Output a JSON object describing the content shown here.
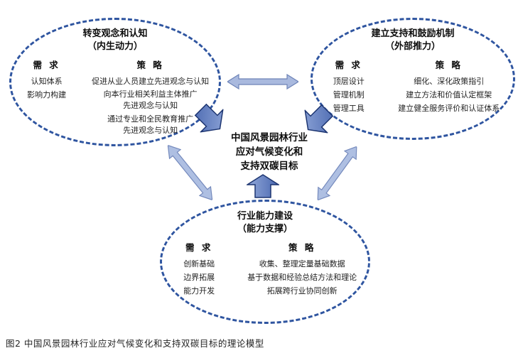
{
  "colors": {
    "ellipse_border": "#2f55a0",
    "light_arrow_fill": "#a9b9de",
    "light_arrow_border": "#6e84b8",
    "block_arrow_fill": "#5b79c0",
    "block_arrow_fill_light": "#93a9da",
    "block_arrow_border": "#1d3571",
    "text": "#0d0d0d"
  },
  "center": {
    "line1": "中国风景园林行业",
    "line2": "应对气候变化和",
    "line3": "支持双碳目标"
  },
  "ellipses": {
    "top_left": {
      "title": "转变观念和认知",
      "subtitle": "（内生动力）",
      "demand_header": "需 求",
      "strategy_header": "策 略",
      "demands": [
        "认知体系",
        "影响力构建"
      ],
      "strategies": [
        [
          "促进从业人员建立先进观念与认知"
        ],
        [
          "向本行业相关利益主体推广",
          "先进观念与认知"
        ],
        [
          "通过专业和全民教育推广",
          "先进观念与认知"
        ]
      ]
    },
    "top_right": {
      "title": "建立支持和鼓励机制",
      "subtitle": "（外部推力）",
      "demand_header": "需 求",
      "strategy_header": "策 略",
      "demands": [
        "顶层设计",
        "管理机制",
        "管理工具"
      ],
      "strategies": [
        [
          "细化、深化政策指引"
        ],
        [
          "建立方法和价值认定框架"
        ],
        [
          "建立健全服务评价和认证体系"
        ]
      ]
    },
    "bottom": {
      "title": "行业能力建设",
      "subtitle": "（能力支撑）",
      "demand_header": "需 求",
      "strategy_header": "策 略",
      "demands": [
        "创新基础",
        "边界拓展",
        "能力开发"
      ],
      "strategies": [
        [
          "收集、整理定量基础数据"
        ],
        [
          "基于数据和经验总结方法和理论"
        ],
        [
          "拓展跨行业协同创新"
        ]
      ]
    }
  },
  "caption": "图2 中国风景园林行业应对气候变化和支持双碳目标的理论模型"
}
